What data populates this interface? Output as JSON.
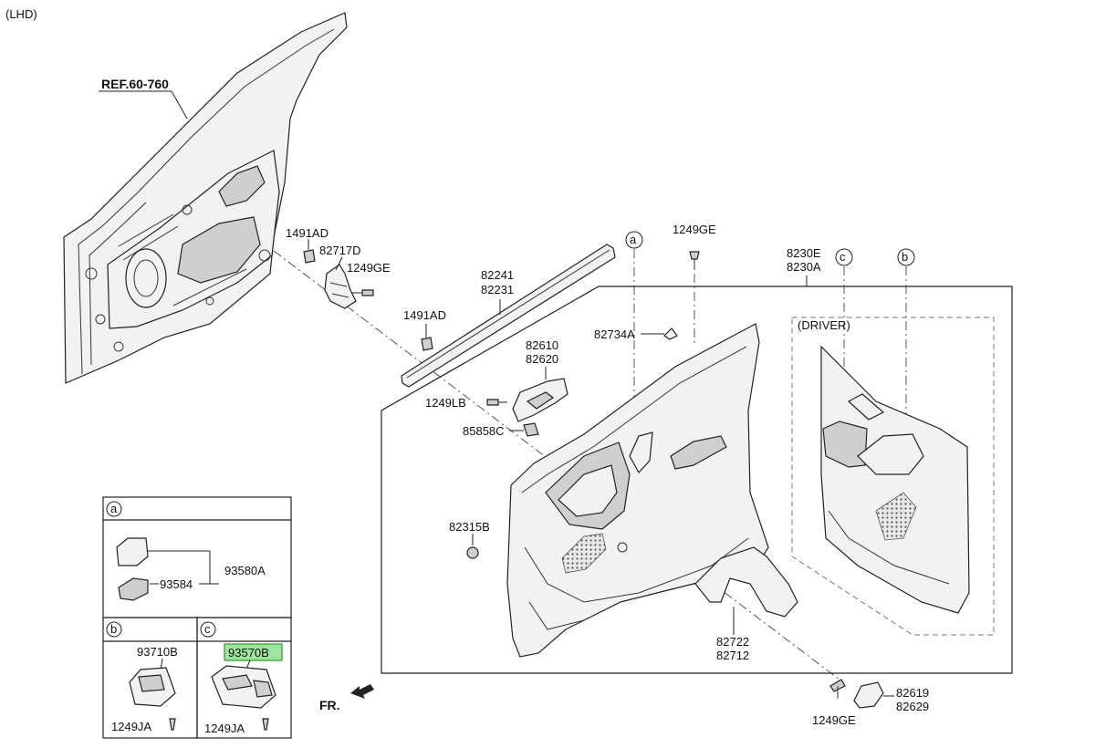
{
  "header": {
    "variant": "(LHD)"
  },
  "ref_label": "REF.60-760",
  "front_label": "FR.",
  "driver_label": "(DRIVER)",
  "callouts": {
    "a": "a",
    "b": "b",
    "c": "c"
  },
  "parts": {
    "p1491AD_top": "1491AD",
    "p82717D": "82717D",
    "p1249GE_bracket": "1249GE",
    "p82241": "82241",
    "p82231": "82231",
    "p1491AD_mid": "1491AD",
    "p1249GE_top": "1249GE",
    "p8230E": "8230E",
    "p8230A": "8230A",
    "p82734A": "82734A",
    "p82610": "82610",
    "p82620": "82620",
    "p1249LB": "1249LB",
    "p85858C": "85858C",
    "p82315B": "82315B",
    "p82722": "82722",
    "p82712": "82712",
    "p1249GE_bottom": "1249GE",
    "p82619": "82619",
    "p82629": "82629"
  },
  "inset_a": {
    "tag": "a",
    "part_main": "93580A",
    "part_sub": "93584"
  },
  "inset_b": {
    "tag": "b",
    "part": "93710B",
    "screw": "1249JA"
  },
  "inset_c": {
    "tag": "c",
    "part": "93570B",
    "screw": "1249JA",
    "highlight_color": "#9ee39e"
  }
}
